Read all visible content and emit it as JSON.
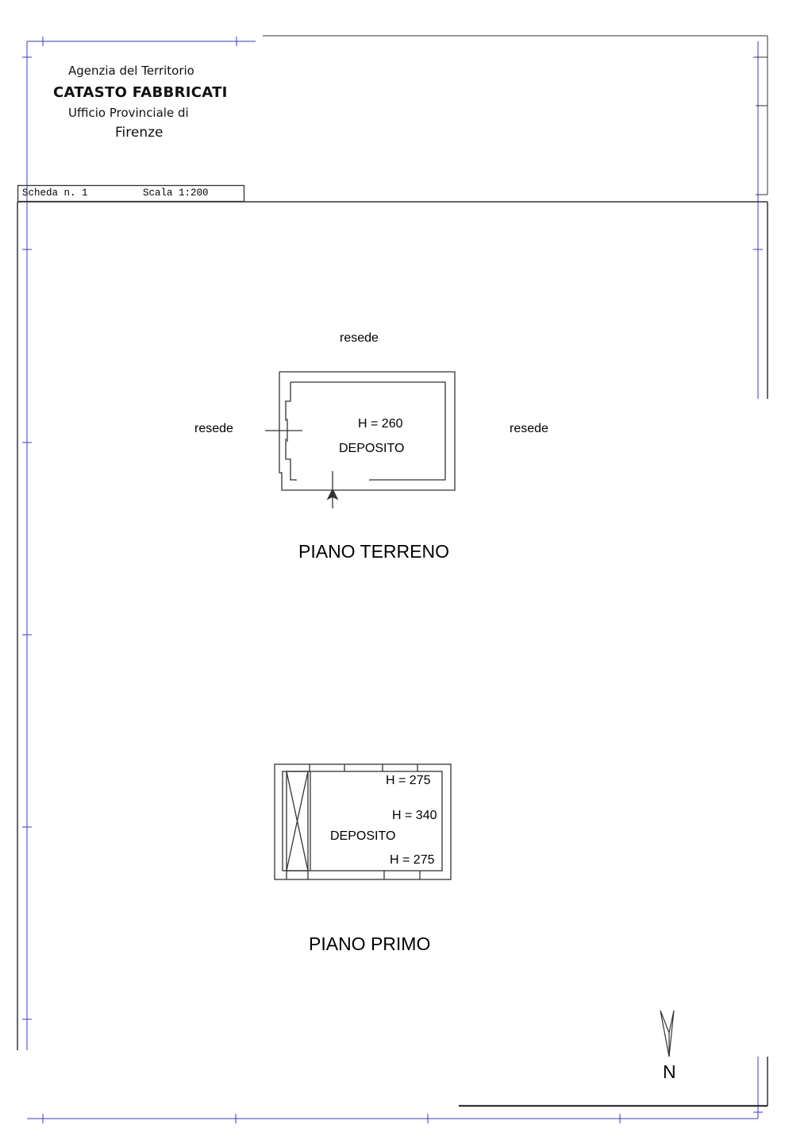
{
  "header": {
    "agency": "Agenzia del Territorio",
    "registry": "CATASTO FABBRICATI",
    "office": "Ufficio Provinciale di",
    "city": "Firenze"
  },
  "sheet_info": {
    "card": "Scheda n. 1",
    "scale": "Scala 1:200"
  },
  "ground_floor": {
    "title": "PIANO TERRENO",
    "surroundings": [
      "resede",
      "resede",
      "resede"
    ],
    "room": {
      "name": "DEPOSITO",
      "height": "H = 260"
    }
  },
  "first_floor": {
    "title": "PIANO PRIMO",
    "room": {
      "name": "DEPOSITO",
      "heights": [
        "H = 275",
        "H = 340",
        "H = 275"
      ]
    }
  },
  "north": {
    "label": "N"
  }
}
